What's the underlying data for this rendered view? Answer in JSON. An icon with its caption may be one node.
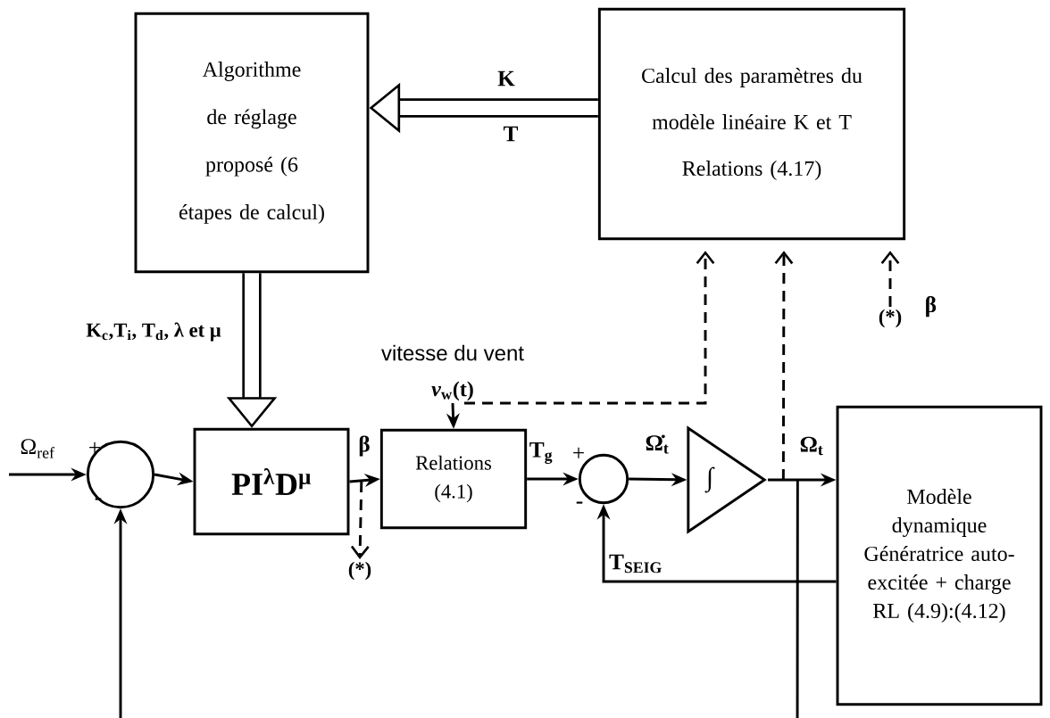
{
  "diagram": {
    "nodes": [
      {
        "text": [
          "Algorithme de réglage proposé (6 étapes de calcul)"
        ]
      },
      {
        "text": [
          "Calcul des paramètres du modèle linéaire K et T",
          "Relations (4.17)"
        ]
      },
      {
        "text": [],
        "shape": "circle"
      },
      {
        "text": [
          "PI$^{λ}$D$^{μ}$"
        ]
      },
      {
        "text": [
          "Relations (4.1)"
        ]
      },
      {
        "text": [],
        "shape": "circle"
      },
      {
        "text": [
          "∫"
        ]
      },
      {
        "text": [
          "Modèle dynamique Génératrice auto-excitée + charge RL (4.9):(4.12)"
        ]
      },
      {
        "text": [
          "(*)"
        ]
      },
      {
        "text": [
          "(*)"
        ],
        "beside": [
          "β"
        ]
      },
      {
        "text": [
          "vitesse du vent",
          "*v*$_{w}$(t)"
        ]
      }
    ],
    "edges": [
      {
        "from": 1,
        "to": 0,
        "arrow": "to",
        "label": "K",
        "style": "thick"
      },
      {
        "from": 0,
        "to": 3,
        "arrow": "to",
        "label": "K$_{c}$,T$_{i}$, T$_{d}$, λ et μ",
        "style": "thick"
      },
      {
        "from": null,
        "to": 2,
        "arrow": "to",
        "label": "Ω$_{ref}$"
      },
      {
        "from": 2,
        "to": 3,
        "arrow": "to"
      },
      {
        "from": 3,
        "to": 4,
        "arrow": "to",
        "label": "β"
      },
      {
        "from": 3,
        "to": 8,
        "arrow": "to",
        "style": "dashed"
      },
      {
        "from": 10,
        "to": 4,
        "arrow": "to"
      },
      {
        "from": 10,
        "to": 1,
        "arrow": "to",
        "style": "dashed"
      },
      {
        "from": 4,
        "to": 5,
        "arrow": "to",
        "label": "T$_{g}$"
      },
      {
        "from": 5,
        "to": 6,
        "arrow": "to",
        "label": "Ω̇$_{t}$"
      },
      {
        "from": 6,
        "to": 7,
        "arrow": "to",
        "label": "Ω$_{t}$"
      },
      {
        "from": 6,
        "to": 1,
        "arrow": "to",
        "style": "dashed"
      },
      {
        "from": 9,
        "to": 1,
        "arrow": "to",
        "style": "dashed"
      },
      {
        "from": 7,
        "to": 5,
        "arrow": "to",
        "label": "T$_{SEIG}$"
      },
      {
        "from": 6,
        "to": 2,
        "arrow": "to"
      }
    ],
    "labels": [
      "T",
      "+",
      "-",
      "+",
      "-"
    ]
  }
}
